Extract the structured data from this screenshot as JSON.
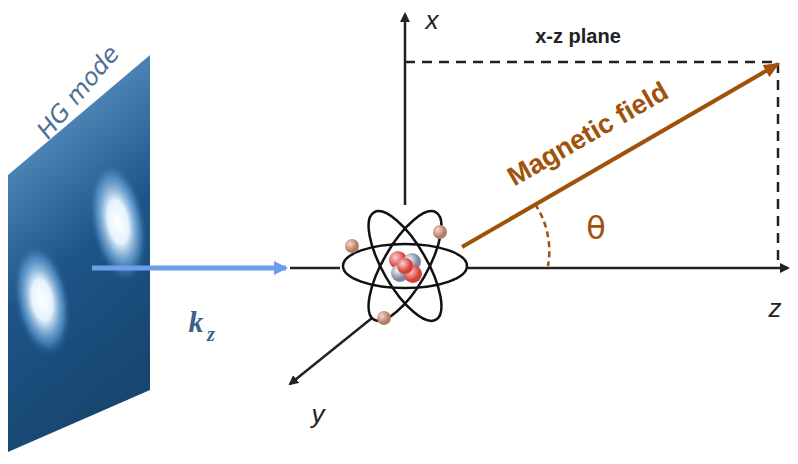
{
  "diagram": {
    "labels": [
      "HG mode",
      "k",
      "z",
      "x",
      "x-z plane",
      "Magnetic field",
      "θ",
      "z",
      "y"
    ]
  }
}
